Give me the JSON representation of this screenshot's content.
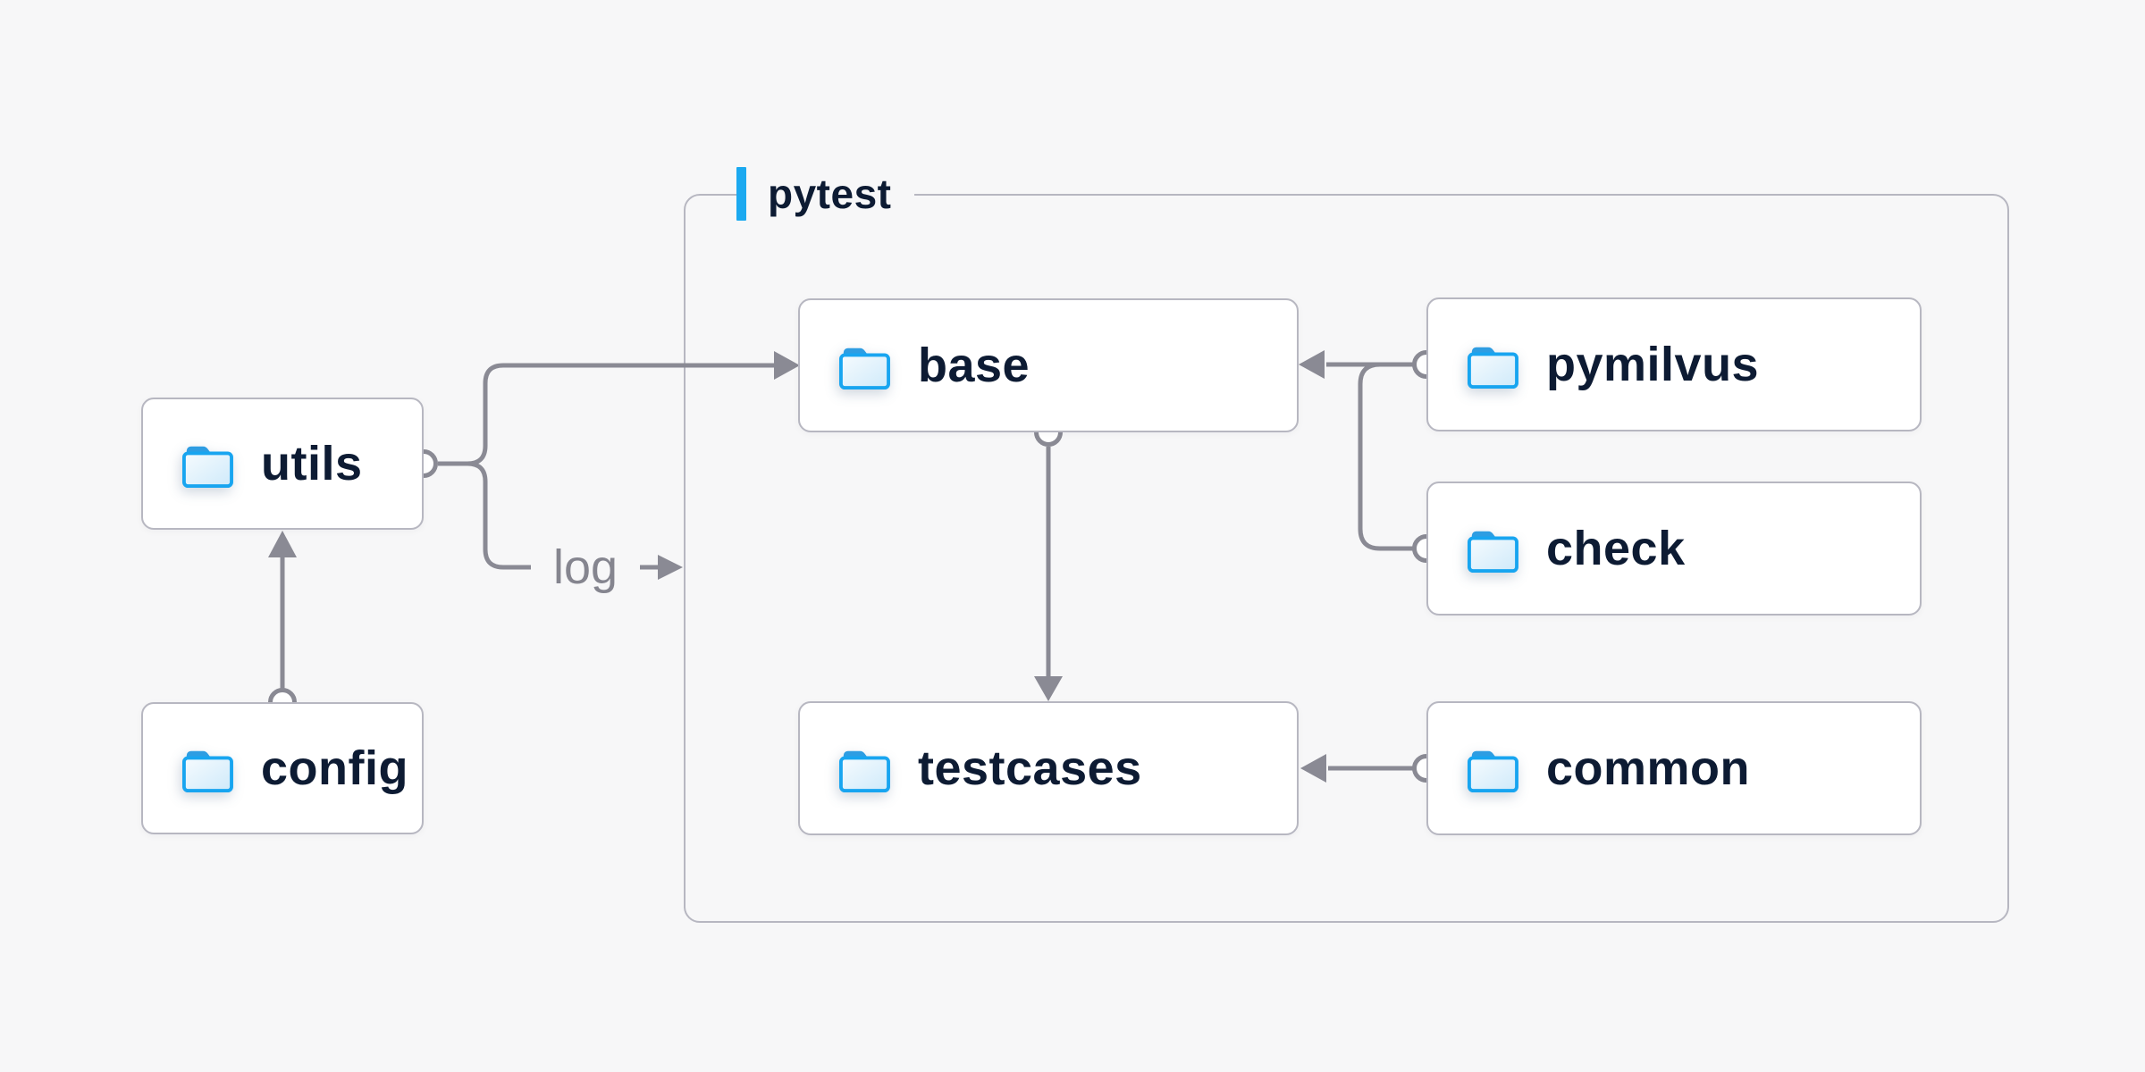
{
  "container": {
    "label": "pytest",
    "accent_color": "#1ba9f0"
  },
  "nodes": {
    "utils": {
      "label": "utils",
      "icon": "folder-icon"
    },
    "config": {
      "label": "config",
      "icon": "folder-icon"
    },
    "base": {
      "label": "base",
      "icon": "folder-icon"
    },
    "testcases": {
      "label": "testcases",
      "icon": "folder-icon"
    },
    "pymilvus": {
      "label": "pymilvus",
      "icon": "folder-icon"
    },
    "check": {
      "label": "check",
      "icon": "folder-icon"
    },
    "common": {
      "label": "common",
      "icon": "folder-icon"
    }
  },
  "edges": [
    {
      "from": "config",
      "to": "utils",
      "type": "arrow"
    },
    {
      "from": "utils",
      "to": "base",
      "type": "arrow"
    },
    {
      "from": "utils",
      "to": "log",
      "type": "arrow",
      "label": "log"
    },
    {
      "from": "base",
      "to": "testcases",
      "type": "arrow"
    },
    {
      "from": "pymilvus",
      "to": "base",
      "type": "arrow"
    },
    {
      "from": "check",
      "to": "base",
      "type": "arrow"
    },
    {
      "from": "common",
      "to": "testcases",
      "type": "arrow"
    }
  ],
  "colors": {
    "background": "#f7f7f8",
    "node_border": "#b7b7c1",
    "wire": "#8a8a94",
    "text": "#0d1b33",
    "muted_text": "#85858f",
    "folder_blue": "#18a5f0",
    "accent": "#1ba9f0"
  }
}
